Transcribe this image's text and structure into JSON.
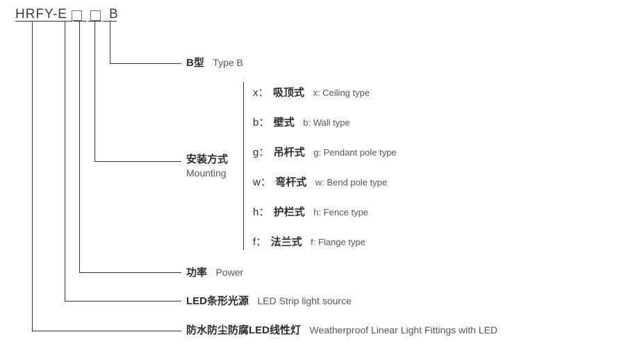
{
  "model_code": {
    "prefix": "HRFY-E",
    "box1": "",
    "box2": "",
    "suffix": "B"
  },
  "callouts": [
    {
      "name": "type",
      "cn": "B型",
      "en": "Type B"
    },
    {
      "name": "mounting",
      "cn": "安装方式",
      "en": "Mounting"
    },
    {
      "name": "power",
      "cn": "功率",
      "en": "Power"
    },
    {
      "name": "light-source",
      "cn": "LED条形光源",
      "en": "LED Strip light source"
    },
    {
      "name": "product",
      "cn": "防水防尘防腐LED线性灯",
      "en": "Weatherproof Linear Light Fittings with LED"
    }
  ],
  "mounting_options": [
    {
      "key": "x：",
      "cn": "吸顶式",
      "en": "x: Ceiling type"
    },
    {
      "key": "b：",
      "cn": "壁式",
      "en": "b: Wall type"
    },
    {
      "key": "g：",
      "cn": "吊杆式",
      "en": "g: Pendant pole type"
    },
    {
      "key": "w：",
      "cn": "弯杆式",
      "en": "w: Bend pole type"
    },
    {
      "key": "h：",
      "cn": "护栏式",
      "en": "h: Fence type"
    },
    {
      "key": "f：",
      "cn": "法兰式",
      "en": "f: Flange type"
    }
  ],
  "colors": {
    "line": "#2f2f2f",
    "text_primary": "#2b2b2b",
    "text_secondary": "#555555",
    "box_border": "#6b6f66",
    "background": "#ffffff"
  }
}
